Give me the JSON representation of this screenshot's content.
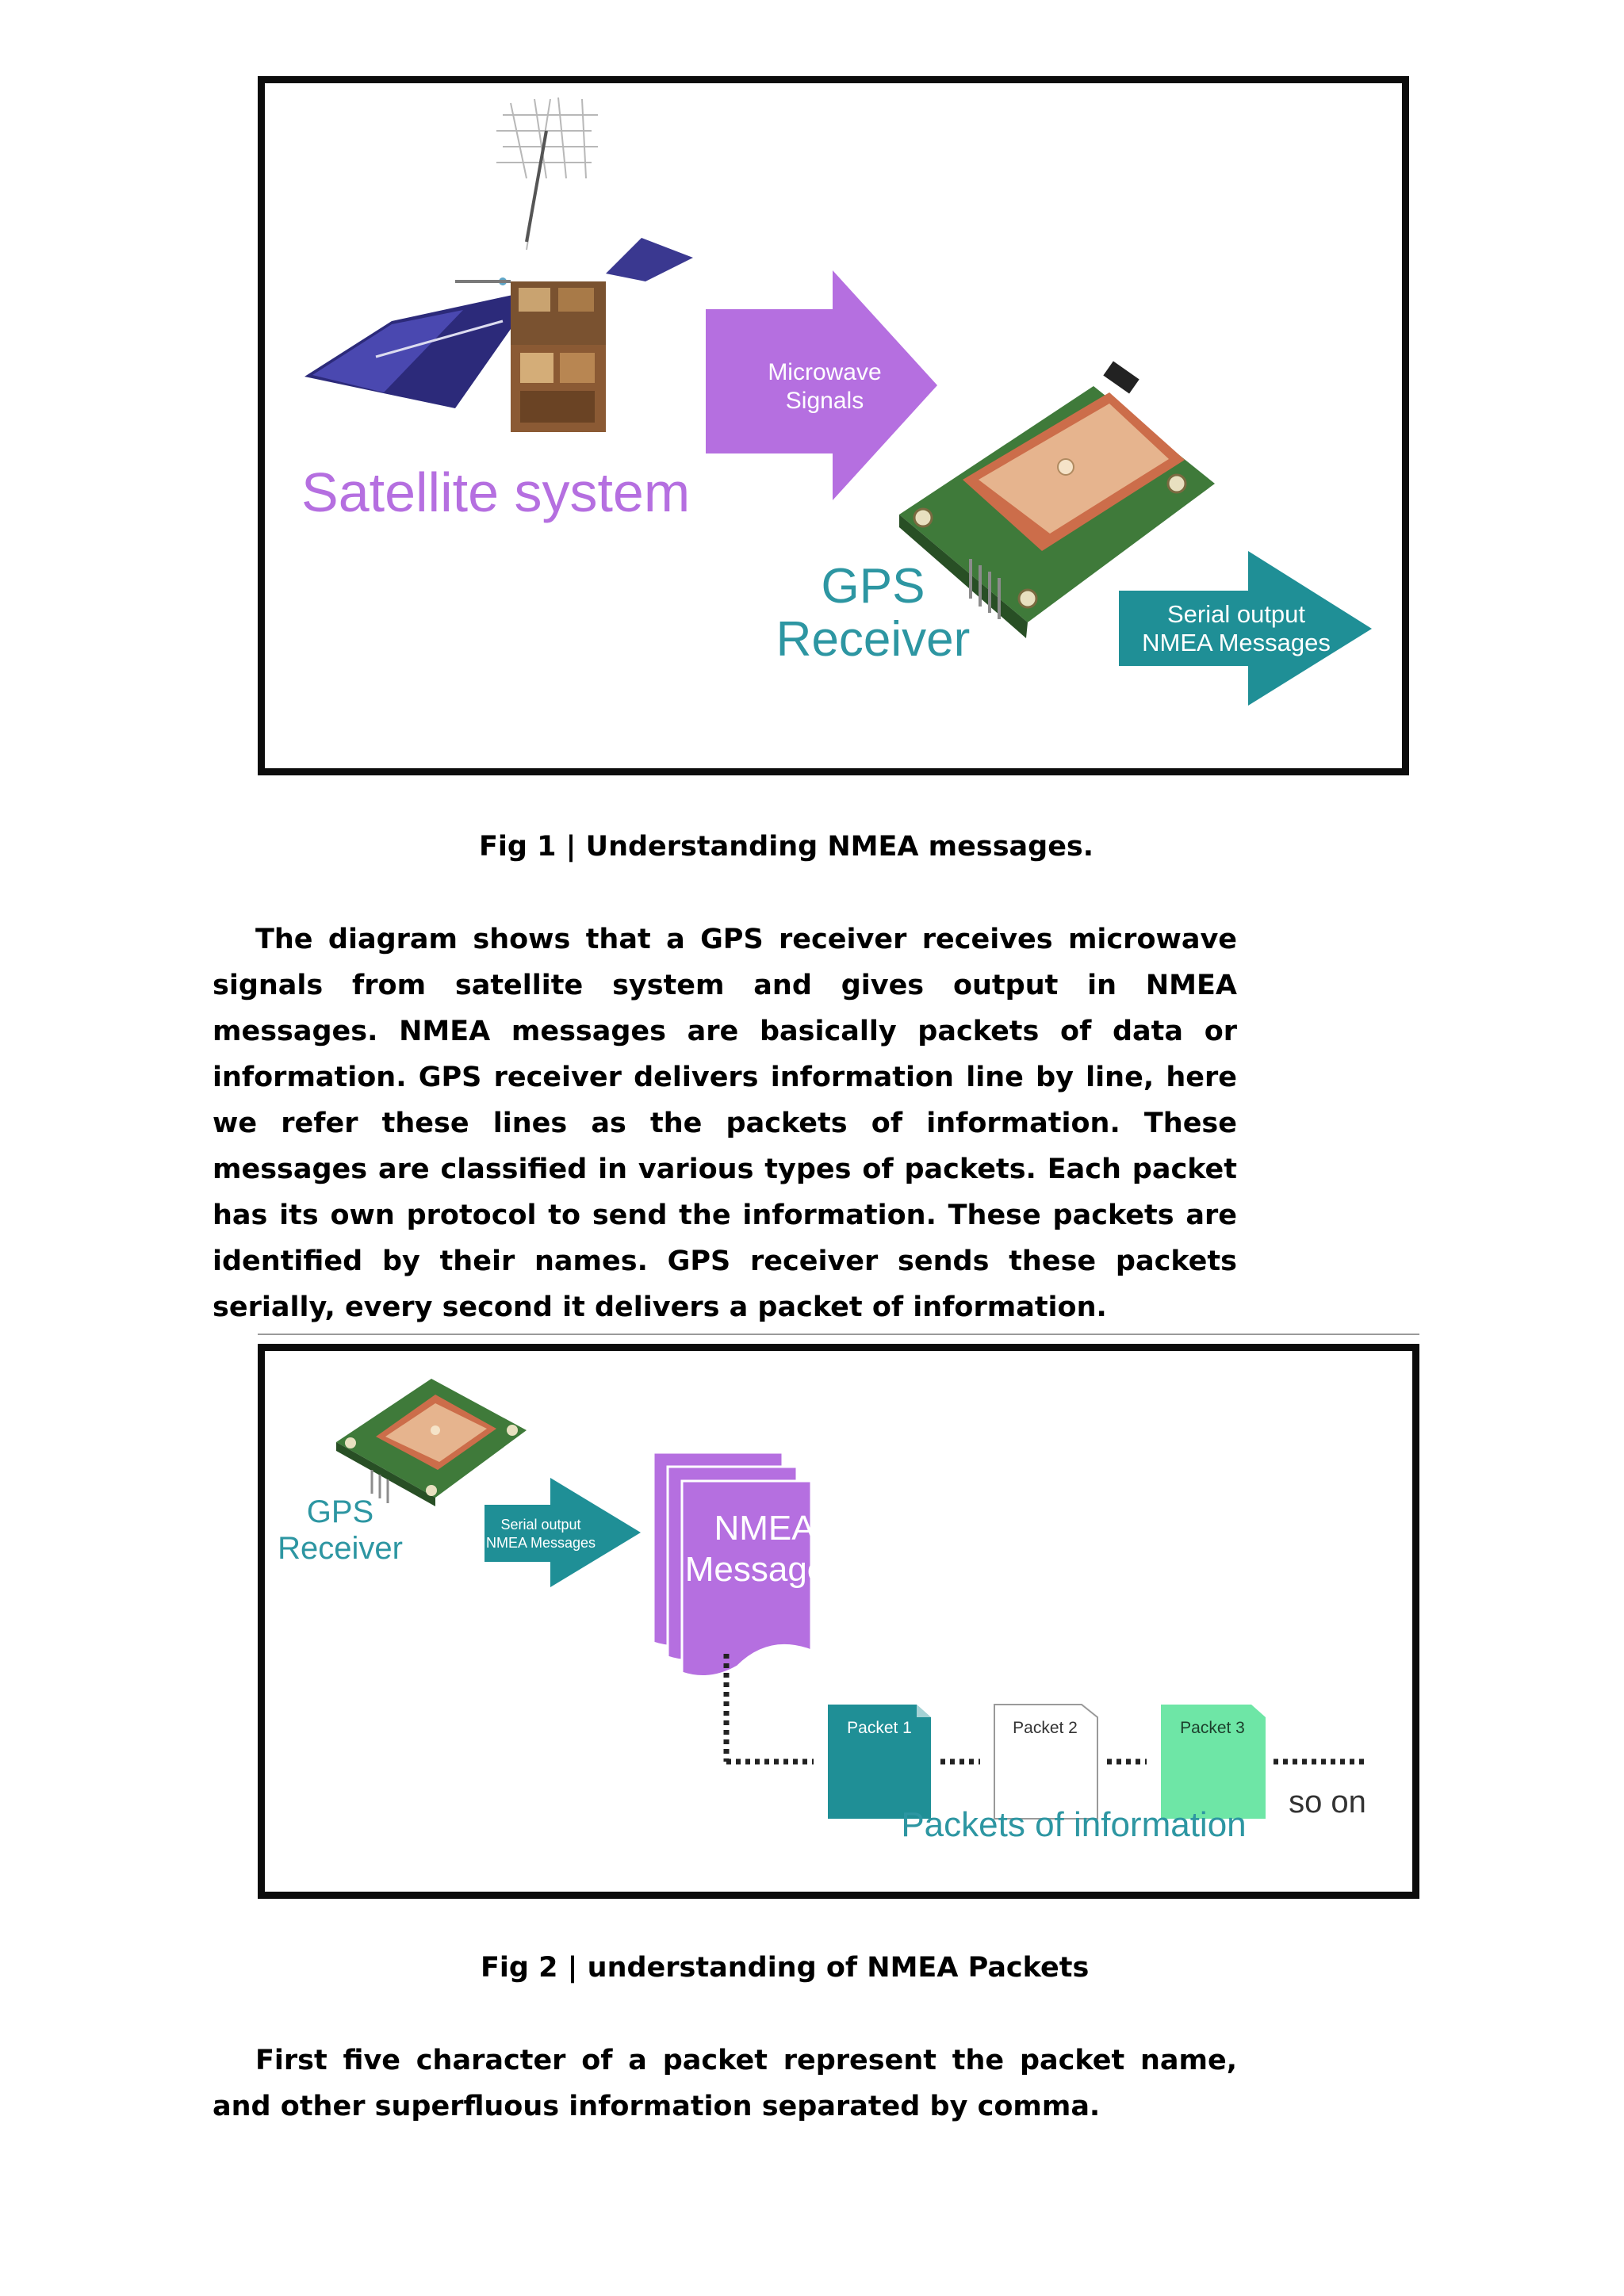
{
  "figure1": {
    "microwave_line1": "Microwave",
    "microwave_line2": "Signals",
    "satellite_label": "Satellite system",
    "gps_line1": "GPS",
    "gps_line2": "Receiver",
    "serial_line1": "Serial output",
    "serial_line2": "NMEA Messages",
    "caption": "Fig 1 | Understanding NMEA messages."
  },
  "paragraph1": "The diagram shows that a GPS receiver receives microwave signals from satellite system and gives output in NMEA messages. NMEA messages are basically packets of data or information. GPS receiver delivers information line by line, here we refer these lines as the packets of information. These messages are classified in various types of packets. Each packet has its own protocol to send the information. These packets are identified by their names. GPS receiver sends these packets serially, every second it delivers a packet of information.",
  "figure2": {
    "gps_line1": "GPS",
    "gps_line2": "Receiver",
    "serial_line1": "Serial output",
    "serial_line2": "NMEA Messages",
    "nmea_line1": "NMEA",
    "nmea_line2": "Messages",
    "packets": [
      "Packet 1",
      "Packet 2",
      "Packet 3"
    ],
    "packets_label": "Packets of information",
    "so_on": "so on",
    "caption": "Fig 2 | understanding of NMEA Packets"
  },
  "paragraph2": "First five character of a packet represent the packet name, and other superfluous information separated by comma.",
  "colors": {
    "purple": "#b56fe0",
    "teal": "#1f8f96",
    "teal_text": "#2d96a2",
    "packet_green": "#6ee6a6",
    "pcb_green": "#3f7a3a",
    "antenna_orange": "#cc6d4a",
    "border": "#0c0c0c"
  }
}
